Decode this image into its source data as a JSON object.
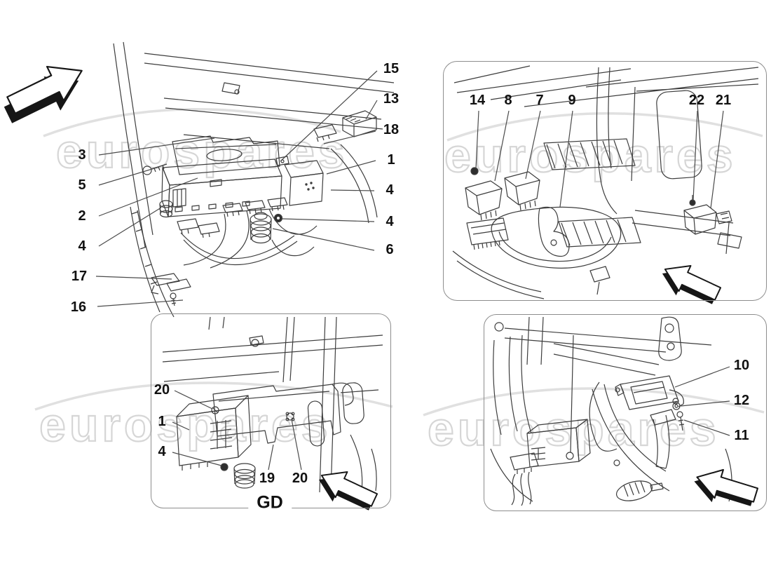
{
  "watermark": {
    "text": "eurospares",
    "outline_color": "#d6d6d6"
  },
  "colors": {
    "line_art": "#3d3d3d",
    "leader_line": "#4b4b4b",
    "callout_text": "#111111",
    "panel_border": "#8d8d8d"
  },
  "icons": {
    "top_left_arrow": "arrow-up-right",
    "top_right_arrow": "arrow-up-left",
    "bottom_left_arrow": "arrow-up-left",
    "bottom_right_arrow": "arrow-left"
  },
  "panels": {
    "front_compartment": {
      "callouts_right": [
        "15",
        "13",
        "18",
        "1",
        "4",
        "4",
        "6"
      ],
      "callouts_left": [
        "3",
        "5",
        "2",
        "4",
        "17",
        "16"
      ]
    },
    "passenger_compartment": {
      "callouts": [
        "14",
        "8",
        "7",
        "9",
        "22",
        "21"
      ]
    },
    "front_compartment_detail": {
      "callouts_left": [
        "20",
        "1",
        "4"
      ],
      "callouts_bottom": [
        "19",
        "20"
      ],
      "caption": "GD"
    },
    "luggage_compartment": {
      "callouts": [
        "10",
        "12",
        "11"
      ]
    }
  }
}
